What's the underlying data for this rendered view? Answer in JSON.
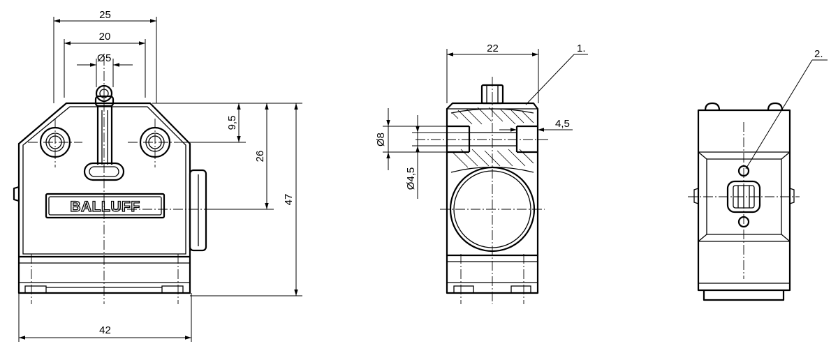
{
  "front_view": {
    "logo_text": "BALLUFF",
    "dimensions": {
      "width_top": "25",
      "hole_spacing": "20",
      "plunger_diameter": "5",
      "plunger_height": "9,5",
      "actuation_height": "26",
      "total_height": "47",
      "total_width": "42"
    },
    "diameter_symbol": "Ø"
  },
  "side_view": {
    "dimensions": {
      "width": "22",
      "counterbore_diameter": "8",
      "hole_diameter": "4,5",
      "counterbore_depth": "4,5"
    },
    "callout": "1."
  },
  "top_view": {
    "callout": "2."
  }
}
